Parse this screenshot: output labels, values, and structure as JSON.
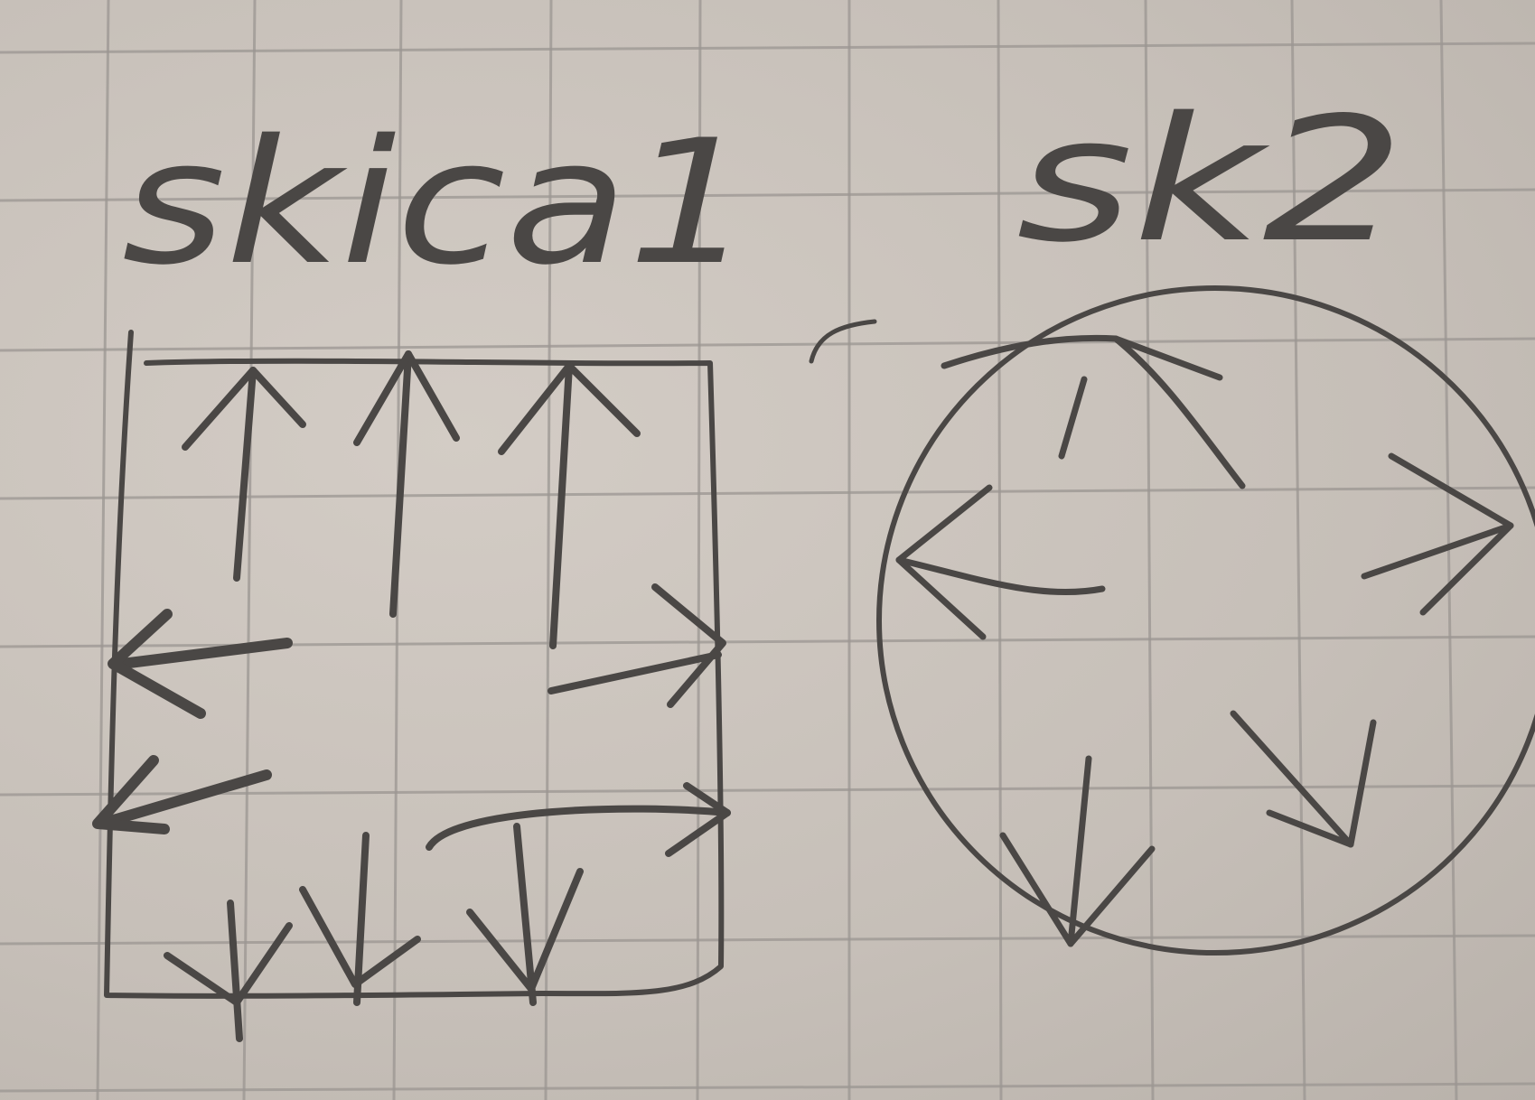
{
  "colors": {
    "paper": "#c9c2bb",
    "grid": "#9b9692",
    "ink": "#4a4745"
  },
  "sketches": [
    {
      "label": "skica1",
      "shape": "square",
      "arrows": [
        "up",
        "up",
        "up",
        "left",
        "left",
        "right",
        "right",
        "down",
        "down",
        "down"
      ]
    },
    {
      "label": "sk2",
      "shape": "circle",
      "arrows": [
        "up",
        "left",
        "right",
        "down",
        "down"
      ]
    }
  ]
}
